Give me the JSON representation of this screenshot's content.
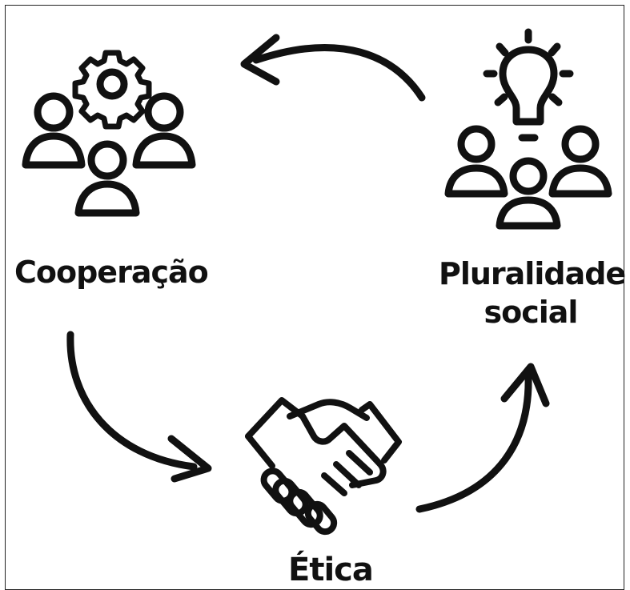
{
  "diagram": {
    "nodes": [
      {
        "id": "cooperacao",
        "label": "Cooperação",
        "icon": "team-gear-icon"
      },
      {
        "id": "pluralidade",
        "label_line1": "Pluralidade",
        "label_line2": "social",
        "icon": "team-idea-icon"
      },
      {
        "id": "etica",
        "label": "Ética",
        "icon": "handshake-icon"
      }
    ],
    "edges": [
      {
        "from": "pluralidade",
        "to": "cooperacao"
      },
      {
        "from": "cooperacao",
        "to": "etica"
      },
      {
        "from": "etica",
        "to": "pluralidade"
      }
    ],
    "colors": {
      "stroke": "#111111",
      "background": "#ffffff"
    }
  }
}
